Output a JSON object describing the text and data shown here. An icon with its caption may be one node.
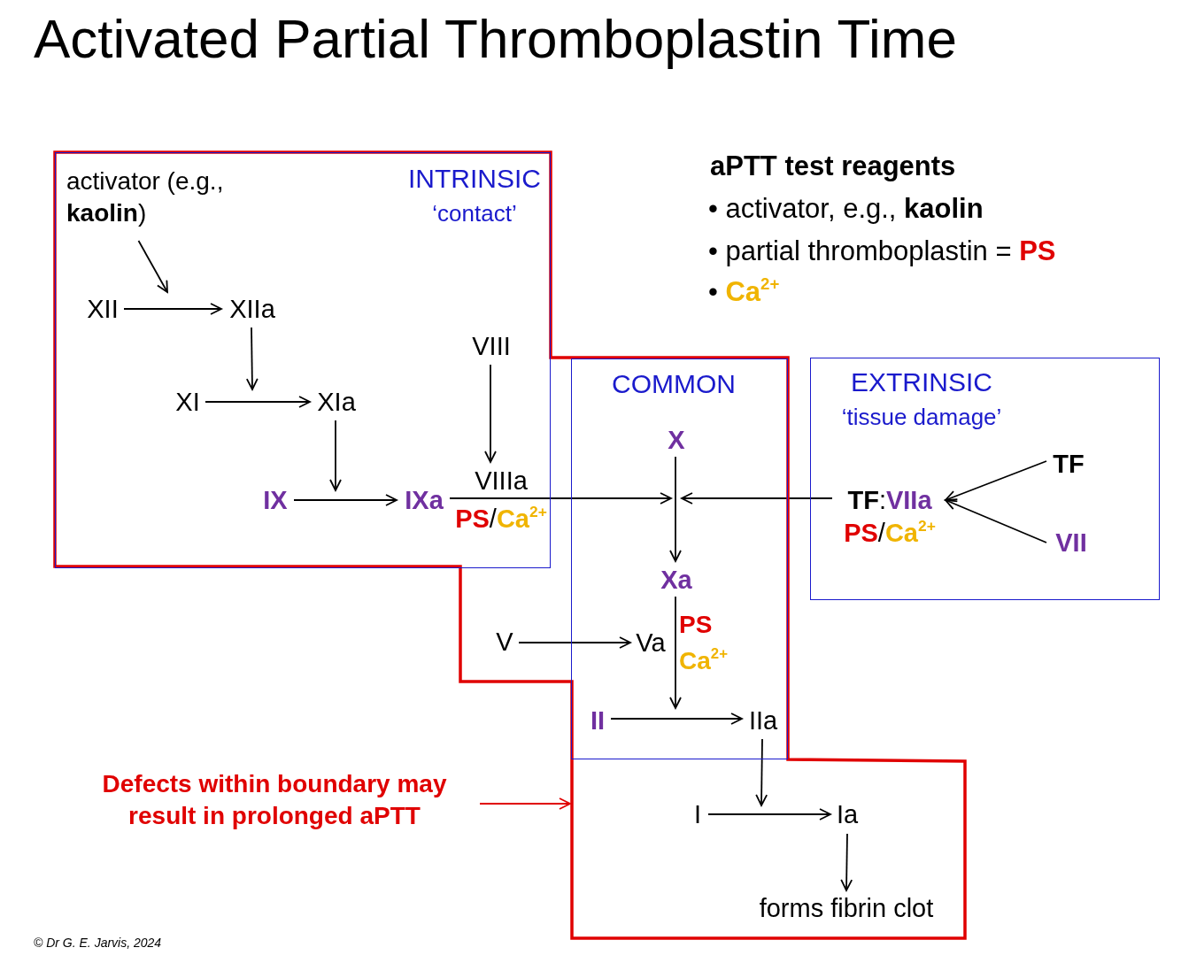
{
  "diagram": {
    "title": "Activated Partial Thromboplastin Time",
    "nodes": [
      {
        "text": [],
        "shape": "box"
      },
      {
        "text": [
          "INTRINSIC",
          "‘contact’"
        ],
        "in": 0
      },
      {
        "text": [
          "activator (e.g., **kaolin**)"
        ],
        "in": 1
      },
      {
        "text": [
          "XII"
        ],
        "in": 1
      },
      {
        "text": [
          "XIIa"
        ],
        "in": 1
      },
      {
        "text": [
          "XI"
        ],
        "in": 1
      },
      {
        "text": [
          "XIa"
        ],
        "in": 1
      },
      {
        "text": [
          "VIII"
        ],
        "in": 1
      },
      {
        "text": [
          "IX"
        ],
        "in": 1
      },
      {
        "text": [
          "IXa"
        ],
        "in": 1
      },
      {
        "text": [
          "VIIIa",
          "PS/Ca$^{2+}$"
        ],
        "in": 1
      },
      {
        "text": [
          "COMMON"
        ],
        "in": 0
      },
      {
        "text": [
          "X"
        ],
        "in": 11
      },
      {
        "text": [
          "Xa"
        ],
        "in": 11
      },
      {
        "text": [
          "V"
        ],
        "in": 0
      },
      {
        "text": [
          "Va"
        ],
        "in": 11
      },
      {
        "text": [
          "II"
        ],
        "in": 11
      },
      {
        "text": [
          "IIa"
        ],
        "in": 11
      },
      {
        "text": [
          "I"
        ],
        "in": 0
      },
      {
        "text": [
          "Ia"
        ],
        "in": 0
      },
      {
        "text": [
          "forms fibrin clot"
        ],
        "in": 0
      },
      {
        "text": [
          "EXTRINSIC",
          "‘tissue damage’"
        ]
      },
      {
        "text": [
          "TF:VIIa",
          "PS/Ca$^{2+}$"
        ],
        "in": 21
      },
      {
        "text": [
          "TF"
        ],
        "in": 21
      },
      {
        "text": [
          "VII"
        ],
        "in": 21
      },
      {
        "text": [
          "Defects within boundary may result in prolonged aPTT"
        ]
      }
    ],
    "edges": [
      {
        "from": 2,
        "to": null,
        "arrow": "to"
      },
      {
        "from": 3,
        "to": 4,
        "arrow": "to"
      },
      {
        "from": 4,
        "to": null,
        "arrow": "to"
      },
      {
        "from": 5,
        "to": 6,
        "arrow": "to"
      },
      {
        "from": 6,
        "to": null,
        "arrow": "to"
      },
      {
        "from": 8,
        "to": 9,
        "arrow": "to"
      },
      {
        "from": 7,
        "to": 10,
        "arrow": "to"
      },
      {
        "from": 9,
        "to": null,
        "arrow": "to"
      },
      {
        "from": 22,
        "to": null,
        "arrow": "to"
      },
      {
        "from": 12,
        "to": 13,
        "arrow": "to"
      },
      {
        "from": 23,
        "to": 22,
        "arrow": "to"
      },
      {
        "from": 24,
        "to": 22,
        "arrow": "to"
      },
      {
        "from": 14,
        "to": 15,
        "arrow": "to"
      },
      {
        "from": 13,
        "to": null,
        "arrow": "to"
      },
      {
        "from": 16,
        "to": 17,
        "arrow": "to"
      },
      {
        "from": 17,
        "to": null,
        "arrow": "to"
      },
      {
        "from": 18,
        "to": 19,
        "arrow": "to"
      },
      {
        "from": 19,
        "to": 20,
        "arrow": "to"
      },
      {
        "from": 25,
        "to": 0,
        "arrow": "to",
        "color": "#e00000"
      }
    ],
    "labels": [
      "aPTT test reagents",
      "• activator, e.g., **kaolin**",
      "• partial thromboplastin = **PS**",
      "• Ca$^{2+}$",
      "PS",
      "Ca$^{2+}$",
      "© Dr G. E. Jarvis, 2024"
    ]
  }
}
